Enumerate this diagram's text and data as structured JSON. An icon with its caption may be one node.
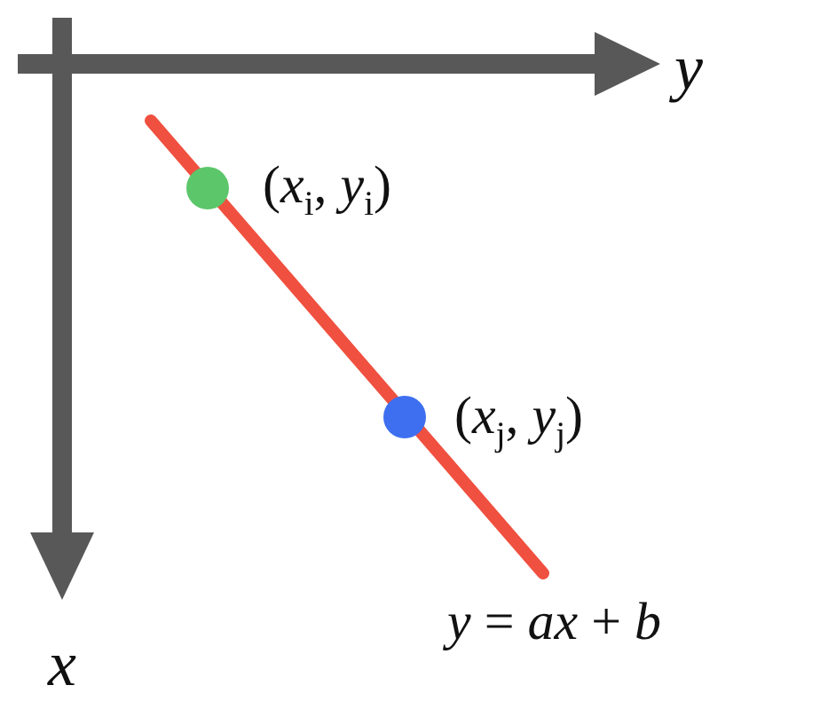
{
  "diagram": {
    "nodes": [
      {
        "text": [],
        "shape": "circle",
        "beside": [
          "(*x*$_{i}$, *y*$_{i}$)"
        ]
      },
      {
        "text": [],
        "shape": "circle",
        "beside": [
          "(*x*$_{j}$, *y*$_{j}$)"
        ]
      }
    ],
    "labels": [
      "*y*",
      "*x*",
      "*y* = *ax* + *b*"
    ]
  }
}
